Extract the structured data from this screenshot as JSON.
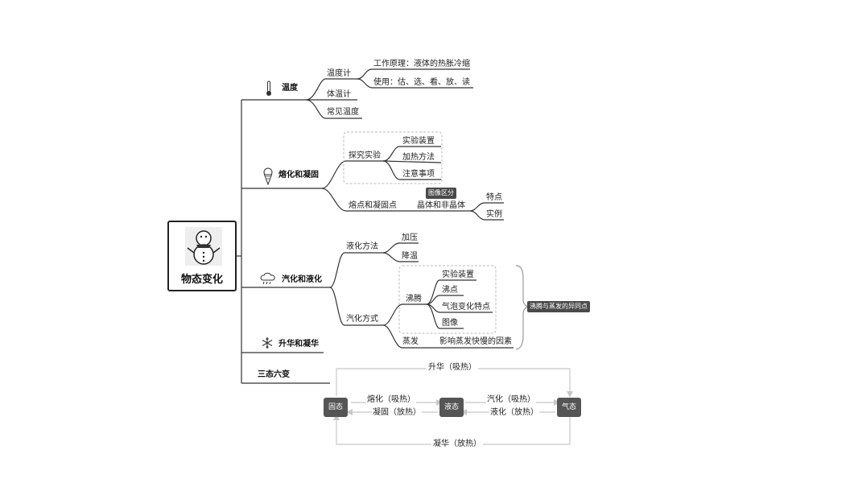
{
  "root": {
    "title": "物态变化",
    "icon": "snowman-icon"
  },
  "temperature": {
    "label": "温度",
    "thermometer": "温度计",
    "principle": "工作原理：液体的热胀冷缩",
    "usage": "使用：估、选、看、放、读",
    "body_thermometer": "体温计",
    "common_temps": "常见温度"
  },
  "melting": {
    "label": "熔化和凝固",
    "experiment": "探究实验",
    "exp_items": [
      "实验装置",
      "加热方法",
      "注意事项"
    ],
    "points": "熔点和凝固点",
    "graph_badge": "图像区分",
    "crystal": "晶体和非晶体",
    "crystal_items": [
      "特点",
      "实例"
    ]
  },
  "vapor": {
    "label": "汽化和液化",
    "liq_methods": "液化方法",
    "liq_items": [
      "加压",
      "降温"
    ],
    "vap_methods": "汽化方式",
    "boiling": "沸腾",
    "boil_items": [
      "实验装置",
      "沸点",
      "气泡变化特点",
      "图像"
    ],
    "evaporation": "蒸发",
    "evap_factor": "影响蒸发快慢的因素",
    "compare_badge": "沸腾与蒸发的异同点"
  },
  "sublimation": {
    "label": "升华和凝华"
  },
  "three_states": {
    "label": "三态六变",
    "solid": "固态",
    "liquid": "液态",
    "gas": "气态",
    "sublimation": "升华（吸热）",
    "deposition": "凝华（放热）",
    "melt": "熔化（吸热）",
    "freeze": "凝固（放热）",
    "vaporize": "汽化（吸热）",
    "liquefy": "液化（放热）"
  }
}
